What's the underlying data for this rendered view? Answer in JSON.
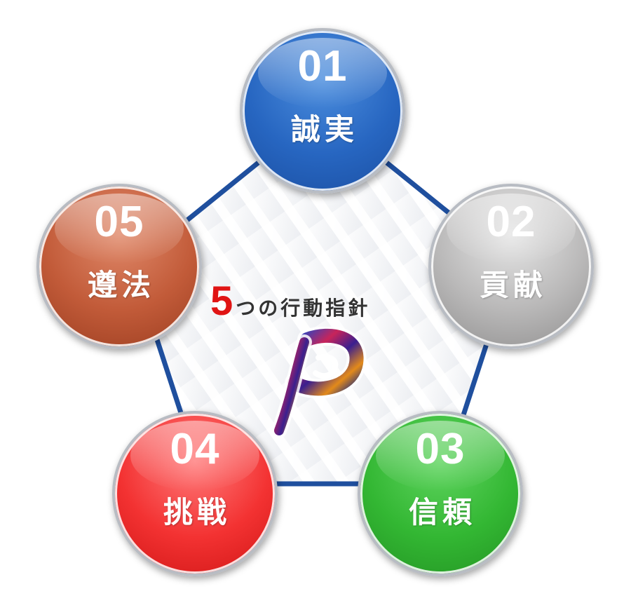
{
  "title": {
    "number": "5",
    "text": "つの行動指針"
  },
  "principles": [
    {
      "number": "01",
      "label": "誠実",
      "color": "#2766c1"
    },
    {
      "number": "02",
      "label": "貢献",
      "color": "#b9b8b8"
    },
    {
      "number": "03",
      "label": "信頼",
      "color": "#33b733"
    },
    {
      "number": "04",
      "label": "挑戦",
      "color": "#f33232"
    },
    {
      "number": "05",
      "label": "遵法",
      "color": "#c25b39"
    }
  ],
  "pentagon": {
    "edge_color": "#1f4f9e",
    "fill": "#f2f3f5"
  },
  "logo": {
    "icon": "p-ribbon-logo-icon"
  }
}
